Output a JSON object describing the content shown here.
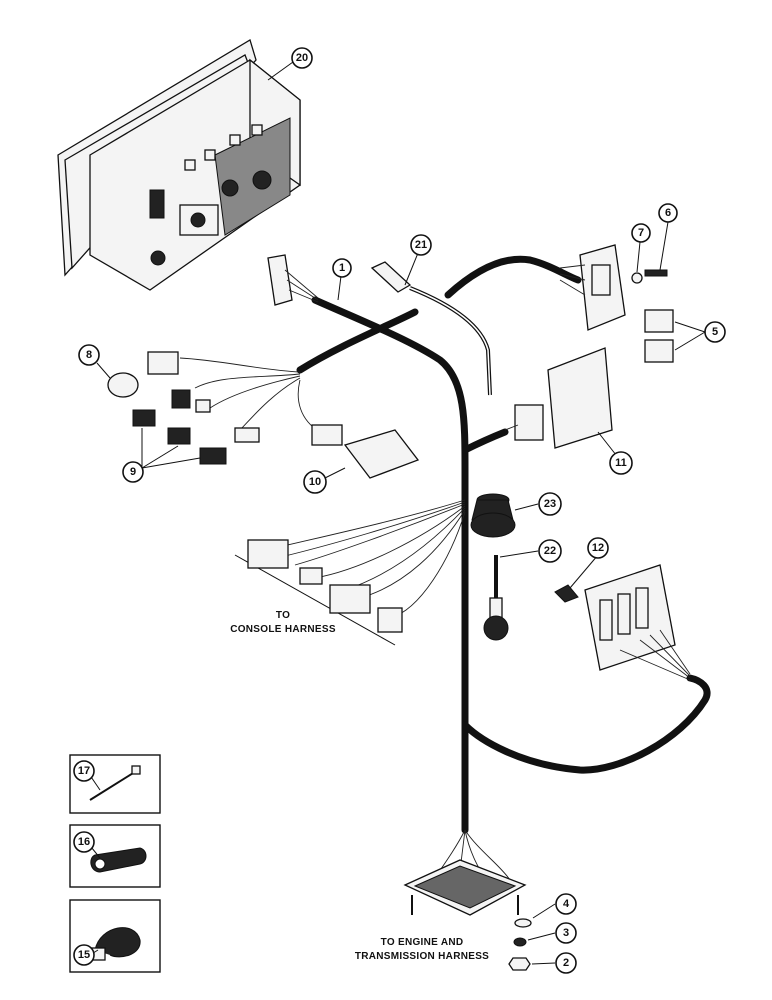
{
  "callouts": {
    "c1": "1",
    "c2": "2",
    "c3": "3",
    "c4": "4",
    "c5": "5",
    "c6": "6",
    "c7": "7",
    "c8": "8",
    "c9": "9",
    "c10": "10",
    "c11": "11",
    "c12": "12",
    "c15": "15",
    "c16": "16",
    "c17": "17",
    "c20": "20",
    "c21": "21",
    "c22": "22",
    "c23": "23"
  },
  "labels": {
    "console_line1": "TO",
    "console_line2": "CONSOLE HARNESS",
    "engine_line1": "TO ENGINE AND",
    "engine_line2": "TRANSMISSION HARNESS"
  }
}
